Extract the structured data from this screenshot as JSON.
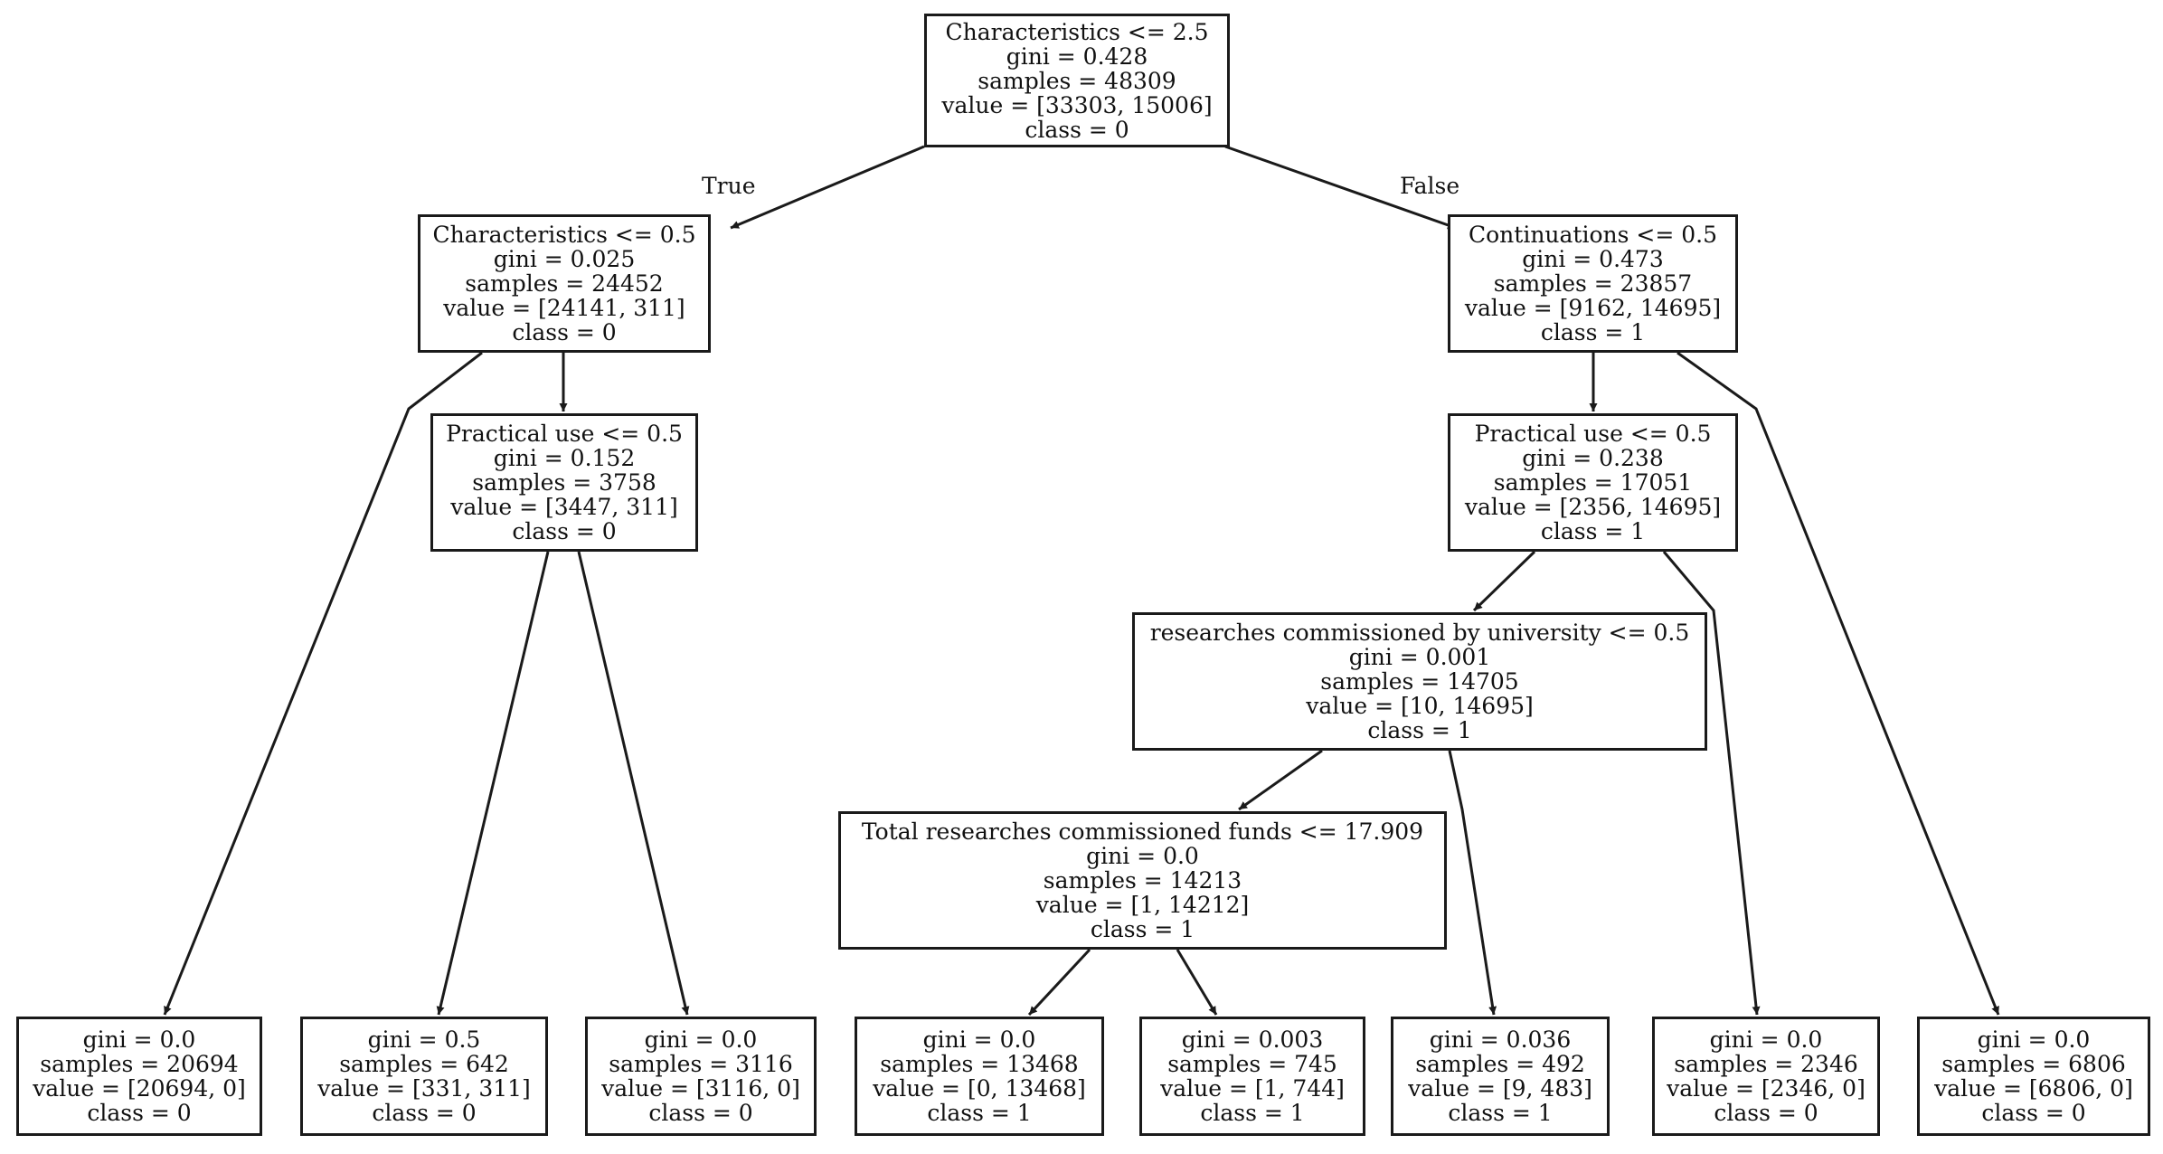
{
  "tree": {
    "edge_labels": {
      "true_label": "True",
      "false_label": "False"
    },
    "nodes": {
      "root": [
        "Characteristics <= 2.5",
        "gini = 0.428",
        "samples = 48309",
        "value = [33303, 15006]",
        "class = 0"
      ],
      "n_char": [
        "Characteristics <= 0.5",
        "gini = 0.025",
        "samples = 24452",
        "value = [24141, 311]",
        "class = 0"
      ],
      "n_cont": [
        "Continuations <= 0.5",
        "gini = 0.473",
        "samples = 23857",
        "value = [9162, 14695]",
        "class = 1"
      ],
      "n_prac_l": [
        "Practical use <= 0.5",
        "gini = 0.152",
        "samples = 3758",
        "value = [3447, 311]",
        "class = 0"
      ],
      "n_prac_r": [
        "Practical use <= 0.5",
        "gini = 0.238",
        "samples = 17051",
        "value = [2356, 14695]",
        "class = 1"
      ],
      "n_research": [
        "researches commissioned by university <= 0.5",
        "gini = 0.001",
        "samples = 14705",
        "value = [10, 14695]",
        "class = 1"
      ],
      "n_total": [
        "Total researches commissioned funds <= 17.909",
        "gini = 0.0",
        "samples = 14213",
        "value = [1, 14212]",
        "class = 1"
      ],
      "leaf1": [
        "gini = 0.0",
        "samples = 20694",
        "value = [20694, 0]",
        "class = 0"
      ],
      "leaf2": [
        "gini = 0.5",
        "samples = 642",
        "value = [331, 311]",
        "class = 0"
      ],
      "leaf3": [
        "gini = 0.0",
        "samples = 3116",
        "value = [3116, 0]",
        "class = 0"
      ],
      "leaf4": [
        "gini = 0.0",
        "samples = 13468",
        "value = [0, 13468]",
        "class = 1"
      ],
      "leaf5": [
        "gini = 0.003",
        "samples = 745",
        "value = [1, 744]",
        "class = 1"
      ],
      "leaf6": [
        "gini = 0.036",
        "samples = 492",
        "value = [9, 483]",
        "class = 1"
      ],
      "leaf7": [
        "gini = 0.0",
        "samples = 2346",
        "value = [2346, 0]",
        "class = 0"
      ],
      "leaf8": [
        "gini = 0.0",
        "samples = 6806",
        "value = [6806, 0]",
        "class = 0"
      ]
    },
    "edges": [
      [
        "root",
        "n_char"
      ],
      [
        "root",
        "n_cont"
      ],
      [
        "n_char",
        "leaf1"
      ],
      [
        "n_char",
        "n_prac_l"
      ],
      [
        "n_prac_l",
        "leaf2"
      ],
      [
        "n_prac_l",
        "leaf3"
      ],
      [
        "n_cont",
        "n_prac_r"
      ],
      [
        "n_cont",
        "leaf8"
      ],
      [
        "n_prac_r",
        "n_research"
      ],
      [
        "n_prac_r",
        "leaf7"
      ],
      [
        "n_research",
        "n_total"
      ],
      [
        "n_research",
        "leaf6"
      ],
      [
        "n_total",
        "leaf4"
      ],
      [
        "n_total",
        "leaf5"
      ]
    ]
  }
}
